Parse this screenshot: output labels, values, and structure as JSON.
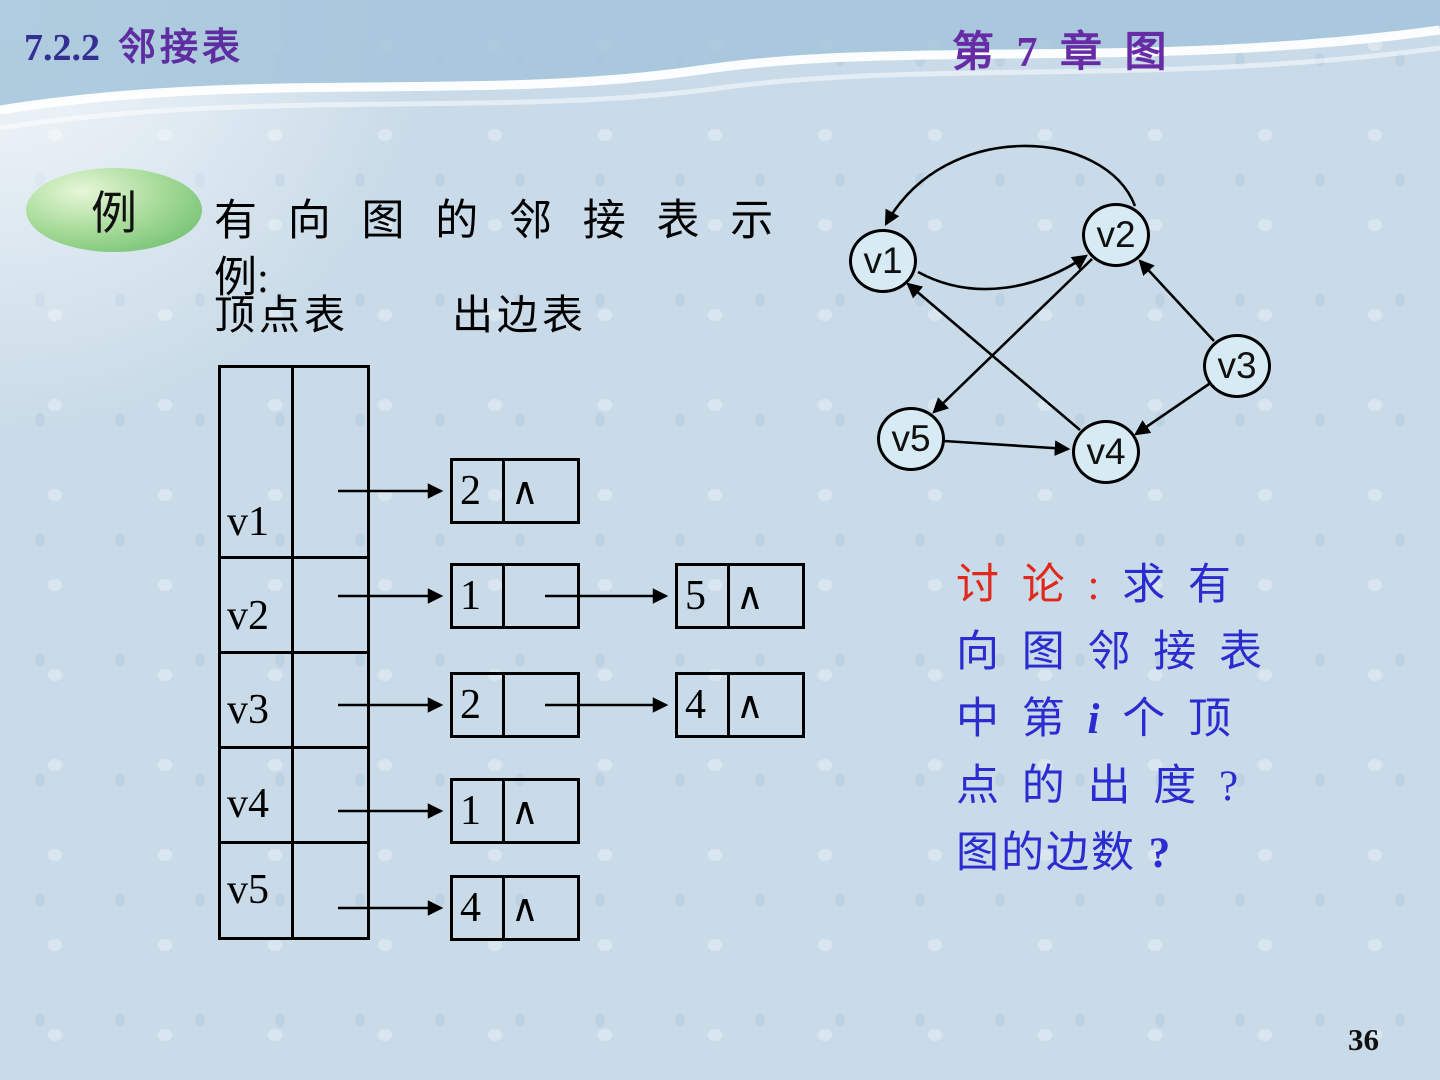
{
  "header": {
    "section_number": "7.2.2",
    "section_title": "邻接表",
    "chapter_title": "第 7 章 图"
  },
  "example": {
    "badge_label": "例",
    "heading_line1": "有 向 图 的 邻 接 表 示",
    "heading_line2": "例:",
    "vertex_table_label": "顶点表",
    "edge_table_label": "出边表"
  },
  "adjacency_list": {
    "null_symbol": "∧",
    "vertices": [
      "v1",
      "v2",
      "v3",
      "v4",
      "v5"
    ],
    "lists": [
      [
        {
          "adjvex": "2",
          "terminal": true
        }
      ],
      [
        {
          "adjvex": "1",
          "terminal": false
        },
        {
          "adjvex": "5",
          "terminal": true
        }
      ],
      [
        {
          "adjvex": "2",
          "terminal": false
        },
        {
          "adjvex": "4",
          "terminal": true
        }
      ],
      [
        {
          "adjvex": "1",
          "terminal": true
        }
      ],
      [
        {
          "adjvex": "4",
          "terminal": true
        }
      ]
    ]
  },
  "graph": {
    "nodes": [
      {
        "id": "v1",
        "label": "v1"
      },
      {
        "id": "v2",
        "label": "v2"
      },
      {
        "id": "v3",
        "label": "v3"
      },
      {
        "id": "v4",
        "label": "v4"
      },
      {
        "id": "v5",
        "label": "v5"
      }
    ],
    "edges": [
      {
        "from": "v1",
        "to": "v2"
      },
      {
        "from": "v2",
        "to": "v1"
      },
      {
        "from": "v2",
        "to": "v5"
      },
      {
        "from": "v3",
        "to": "v2"
      },
      {
        "from": "v3",
        "to": "v4"
      },
      {
        "from": "v4",
        "to": "v1"
      },
      {
        "from": "v5",
        "to": "v4"
      }
    ]
  },
  "discussion": {
    "lead": "讨 论 :",
    "line1_rest": "求 有",
    "line2": "向 图 邻 接 表",
    "line3_pre": "中 第 ",
    "line3_var": "i",
    "line3_post": " 个 顶",
    "line4": "点 的 出 度 ?",
    "line5_text": "图的边数",
    "line5_mark": " ?"
  },
  "page": {
    "number": "36"
  }
}
